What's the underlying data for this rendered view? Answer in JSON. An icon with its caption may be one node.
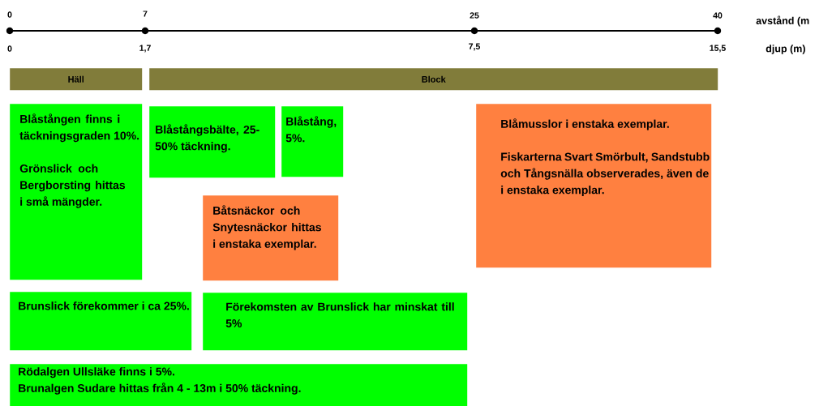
{
  "diagram": {
    "nodes": [
      {
        "text": [
          "Häll"
        ]
      },
      {
        "text": [
          "Block"
        ]
      },
      {
        "text": [
          "Blåstången finns i täckningsgraden 10%.",
          "Grönslick och Bergborsting hittas i små mängder."
        ]
      },
      {
        "text": [
          "Blåstångsbälte, 25-50% täckning."
        ]
      },
      {
        "text": [
          "Blåstång, 5%."
        ]
      },
      {
        "text": [
          "Båtsnäckor och Snytesnäckor hittas i enstaka exemplar."
        ]
      },
      {
        "text": [
          "Blåmusslor i enstaka exemplar.",
          "Fiskarterna Svart Smörbult, Sandstubb och Tångsnälla observerades, även de i enstaka exemplar."
        ]
      },
      {
        "text": [
          "Brunslick förekommer i ca 25%."
        ]
      },
      {
        "text": [
          "Förekomsten av Brunslick har minskat till 5%"
        ]
      },
      {
        "text": [
          "Rödalgen Ullsläke finns i 5%.",
          "Brunalgen Sudare hittas från 4 - 13m i 50% täckning."
        ]
      }
    ],
    "labels": [
      "0",
      "7",
      "25",
      "40",
      "avstånd (m",
      "0",
      "1,7",
      "7,5",
      "15,5",
      "djup (m)"
    ]
  }
}
